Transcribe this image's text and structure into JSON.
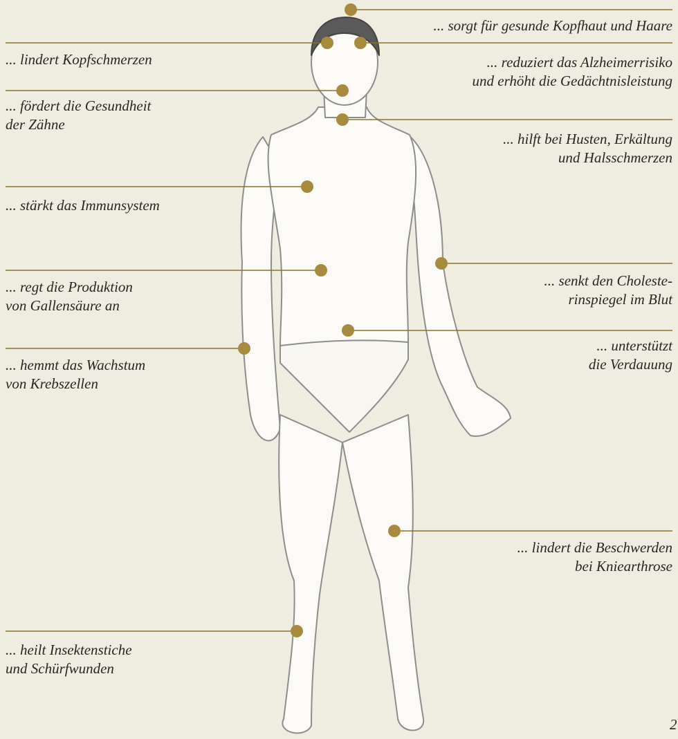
{
  "page": {
    "background": "#efece0",
    "line_color": "#8a7330",
    "dot_color": "#a68a3e",
    "page_number": "2"
  },
  "figure": {
    "subject": "male-body-sketch"
  },
  "annotations": [
    {
      "id": "kopfhaut",
      "lines": [
        "... sorgt für gesunde Kopfhaut und Haare"
      ]
    },
    {
      "id": "kopfschmerzen",
      "lines": [
        "... lindert Kopfschmerzen"
      ]
    },
    {
      "id": "alzheimer",
      "lines": [
        "... reduziert das Alzheimerrisiko",
        "und erhöht die Gedächtnisleistung"
      ]
    },
    {
      "id": "zaehne",
      "lines": [
        "... fördert die Gesundheit",
        "der Zähne"
      ]
    },
    {
      "id": "husten",
      "lines": [
        "... hilft bei Husten, Erkältung",
        "und Halsschmerzen"
      ]
    },
    {
      "id": "immunsystem",
      "lines": [
        "... stärkt das Immunsystem"
      ]
    },
    {
      "id": "gallensaeure",
      "lines": [
        "... regt die Produktion",
        "von Gallensäure an"
      ]
    },
    {
      "id": "cholesterin",
      "lines": [
        "... senkt den Choleste-",
        "rinspiegel im Blut"
      ]
    },
    {
      "id": "verdauung",
      "lines": [
        "... unterstützt",
        "die Verdauung"
      ]
    },
    {
      "id": "krebszellen",
      "lines": [
        "... hemmt das Wachstum",
        "von Krebszellen"
      ]
    },
    {
      "id": "kniearthrose",
      "lines": [
        "... lindert die Beschwerden",
        "bei Kniearthrose"
      ]
    },
    {
      "id": "insektenstiche",
      "lines": [
        "... heilt Insektenstiche",
        "und Schürfwunden"
      ]
    }
  ]
}
